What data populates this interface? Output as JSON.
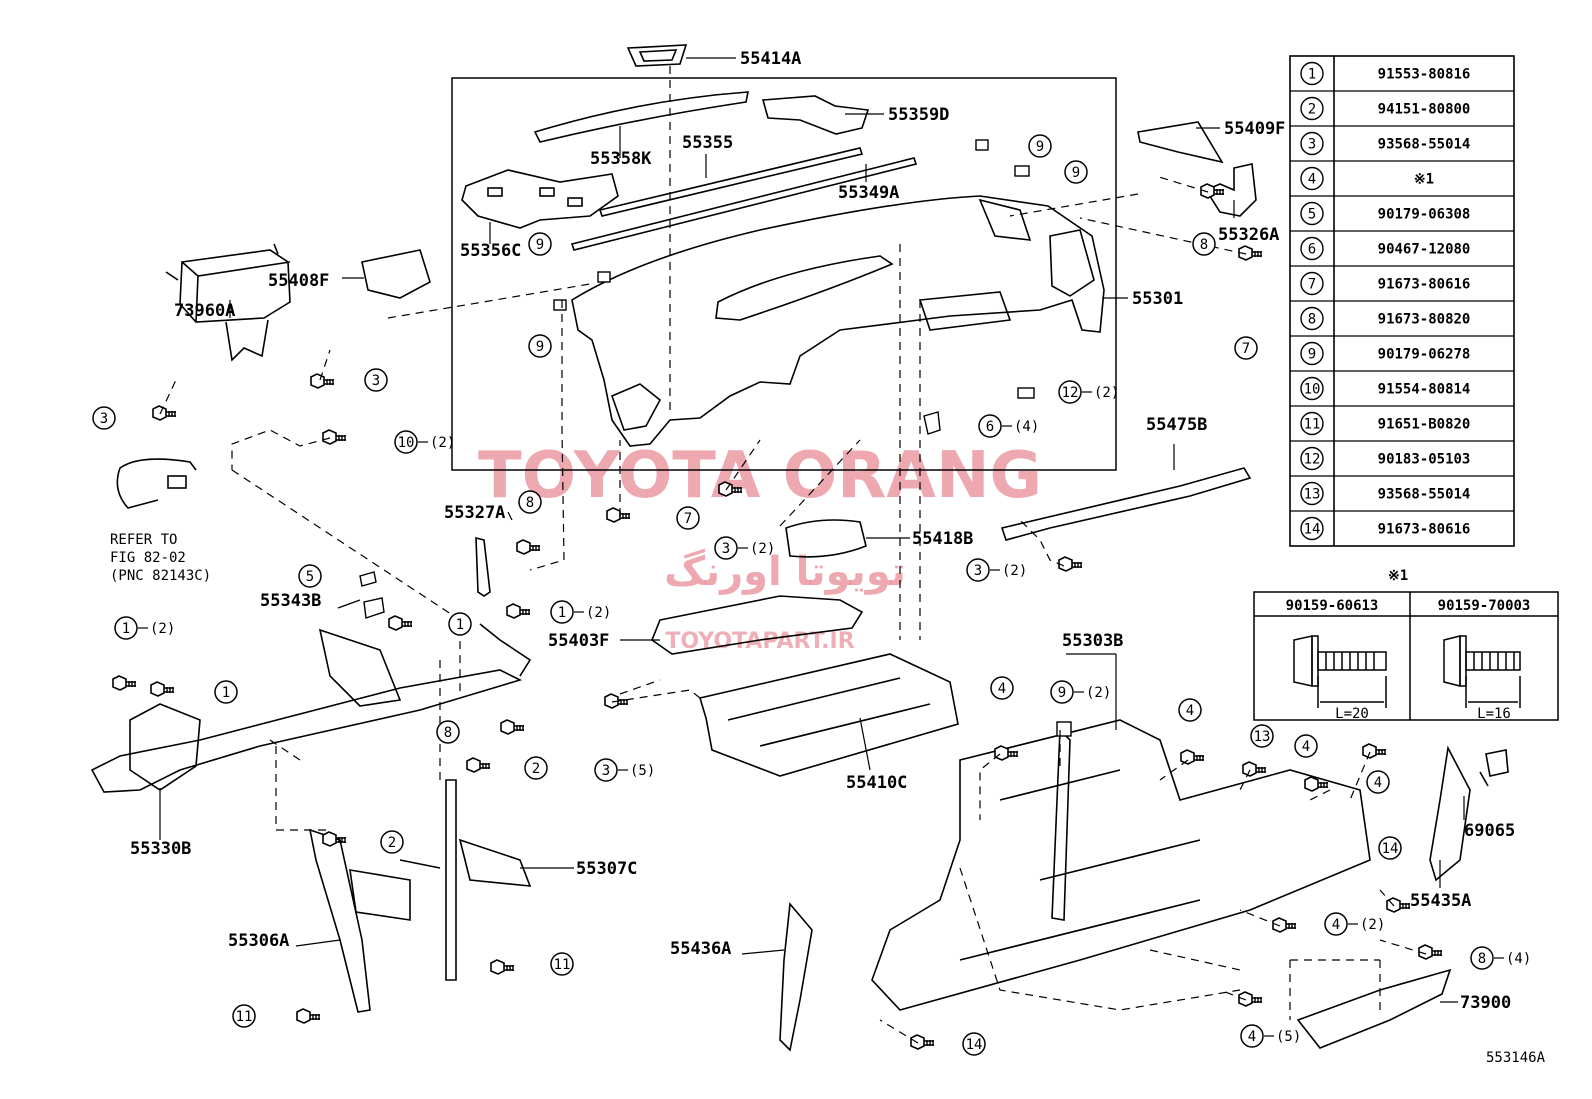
{
  "diagram_id": "553146A",
  "watermark": {
    "latin": "TOYOTA ORANG",
    "persian": "تویوتا اورنگ",
    "url": "TOYOTAPART.IR",
    "color": "#e06070"
  },
  "reference_note": [
    "REFER TO",
    "FIG 82-02",
    "(PNC 82143C)"
  ],
  "part_labels": {
    "p55414A": "55414A",
    "p55359D": "55359D",
    "p55358K": "55358K",
    "p55355": "55355",
    "p55349A": "55349A",
    "p55356C": "55356C",
    "p55409F": "55409F",
    "p55326A": "55326A",
    "p55408F": "55408F",
    "p55301": "55301",
    "p73960A": "73960A",
    "p55475B": "55475B",
    "p55327A": "55327A",
    "p55418B": "55418B",
    "p55343B": "55343B",
    "p55403F": "55403F",
    "p55303B": "55303B",
    "p55330B": "55330B",
    "p55410C": "55410C",
    "p55307C": "55307C",
    "p69065": "69065",
    "p55435A": "55435A",
    "p55306A": "55306A",
    "p55436A": "55436A",
    "p73900": "73900"
  },
  "callouts": [
    {
      "n": "9",
      "q": ""
    },
    {
      "n": "9",
      "q": ""
    },
    {
      "n": "8",
      "q": ""
    },
    {
      "n": "9",
      "q": ""
    },
    {
      "n": "9",
      "q": ""
    },
    {
      "n": "7",
      "q": ""
    },
    {
      "n": "3",
      "q": ""
    },
    {
      "n": "3",
      "q": ""
    },
    {
      "n": "10",
      "q": "(2)"
    },
    {
      "n": "12",
      "q": "(2)"
    },
    {
      "n": "6",
      "q": "(4)"
    },
    {
      "n": "8",
      "q": ""
    },
    {
      "n": "7",
      "q": ""
    },
    {
      "n": "3",
      "q": "(2)"
    },
    {
      "n": "3",
      "q": "(2)"
    },
    {
      "n": "5",
      "q": ""
    },
    {
      "n": "1",
      "q": ""
    },
    {
      "n": "1",
      "q": "(2)"
    },
    {
      "n": "1",
      "q": "(2)"
    },
    {
      "n": "1",
      "q": ""
    },
    {
      "n": "8",
      "q": ""
    },
    {
      "n": "2",
      "q": ""
    },
    {
      "n": "3",
      "q": "(5)"
    },
    {
      "n": "4",
      "q": ""
    },
    {
      "n": "9",
      "q": "(2)"
    },
    {
      "n": "4",
      "q": ""
    },
    {
      "n": "13",
      "q": ""
    },
    {
      "n": "4",
      "q": ""
    },
    {
      "n": "4",
      "q": ""
    },
    {
      "n": "2",
      "q": ""
    },
    {
      "n": "14",
      "q": ""
    },
    {
      "n": "11",
      "q": ""
    },
    {
      "n": "4",
      "q": "(2)"
    },
    {
      "n": "8",
      "q": "(4)"
    },
    {
      "n": "11",
      "q": ""
    },
    {
      "n": "14",
      "q": ""
    },
    {
      "n": "4",
      "q": "(5)"
    }
  ],
  "parts_table": [
    {
      "n": "1",
      "part": "91553-80816"
    },
    {
      "n": "2",
      "part": "94151-80800"
    },
    {
      "n": "3",
      "part": "93568-55014"
    },
    {
      "n": "4",
      "part": "※1"
    },
    {
      "n": "5",
      "part": "90179-06308"
    },
    {
      "n": "6",
      "part": "90467-12080"
    },
    {
      "n": "7",
      "part": "91673-80616"
    },
    {
      "n": "8",
      "part": "91673-80820"
    },
    {
      "n": "9",
      "part": "90179-06278"
    },
    {
      "n": "10",
      "part": "91554-80814"
    },
    {
      "n": "11",
      "part": "91651-B0820"
    },
    {
      "n": "12",
      "part": "90183-05103"
    },
    {
      "n": "13",
      "part": "93568-55014"
    },
    {
      "n": "14",
      "part": "91673-80616"
    }
  ],
  "note_table": {
    "mark": "※1",
    "columns": [
      {
        "part": "90159-60613",
        "length": "L=20"
      },
      {
        "part": "90159-70003",
        "length": "L=16"
      }
    ]
  }
}
